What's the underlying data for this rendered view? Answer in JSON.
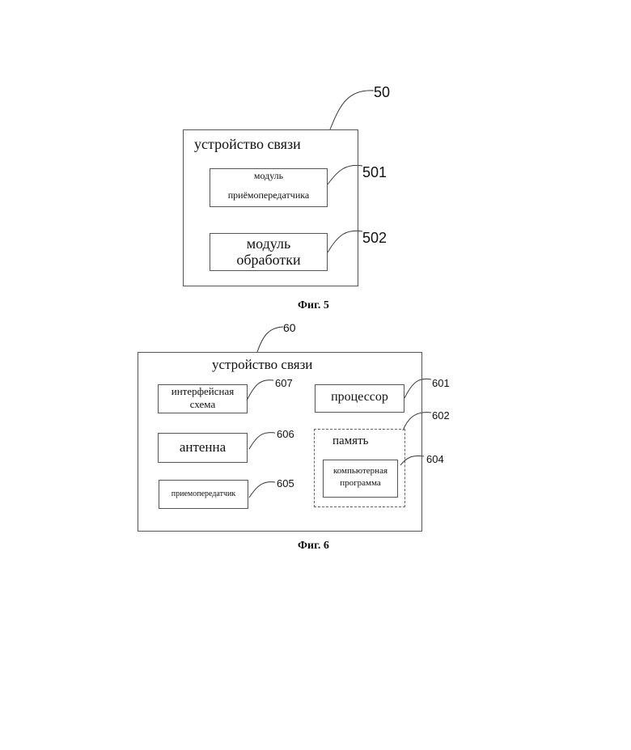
{
  "fig5": {
    "ref_device": "50",
    "title": "устройство связи",
    "module_1": {
      "line1": "модуль",
      "line2": "приёмопередатчика",
      "ref": "501"
    },
    "module_2": {
      "line1": "модуль",
      "line2": "обработки",
      "ref": "502"
    },
    "caption": "Фиг. 5"
  },
  "fig6": {
    "ref_device": "60",
    "title": "устройство связи",
    "interface": {
      "line1": "интерфейсная",
      "line2": "схема",
      "ref": "607"
    },
    "processor": {
      "label": "процессор",
      "ref": "601"
    },
    "memory": {
      "label": "память",
      "ref": "602"
    },
    "antenna": {
      "label": "антенна",
      "ref": "606"
    },
    "program": {
      "line1": "компьютерная",
      "line2": "программа",
      "ref": "604"
    },
    "transceiver": {
      "label": "приемопередатчик",
      "ref": "605"
    },
    "caption": "Фиг. 6"
  }
}
